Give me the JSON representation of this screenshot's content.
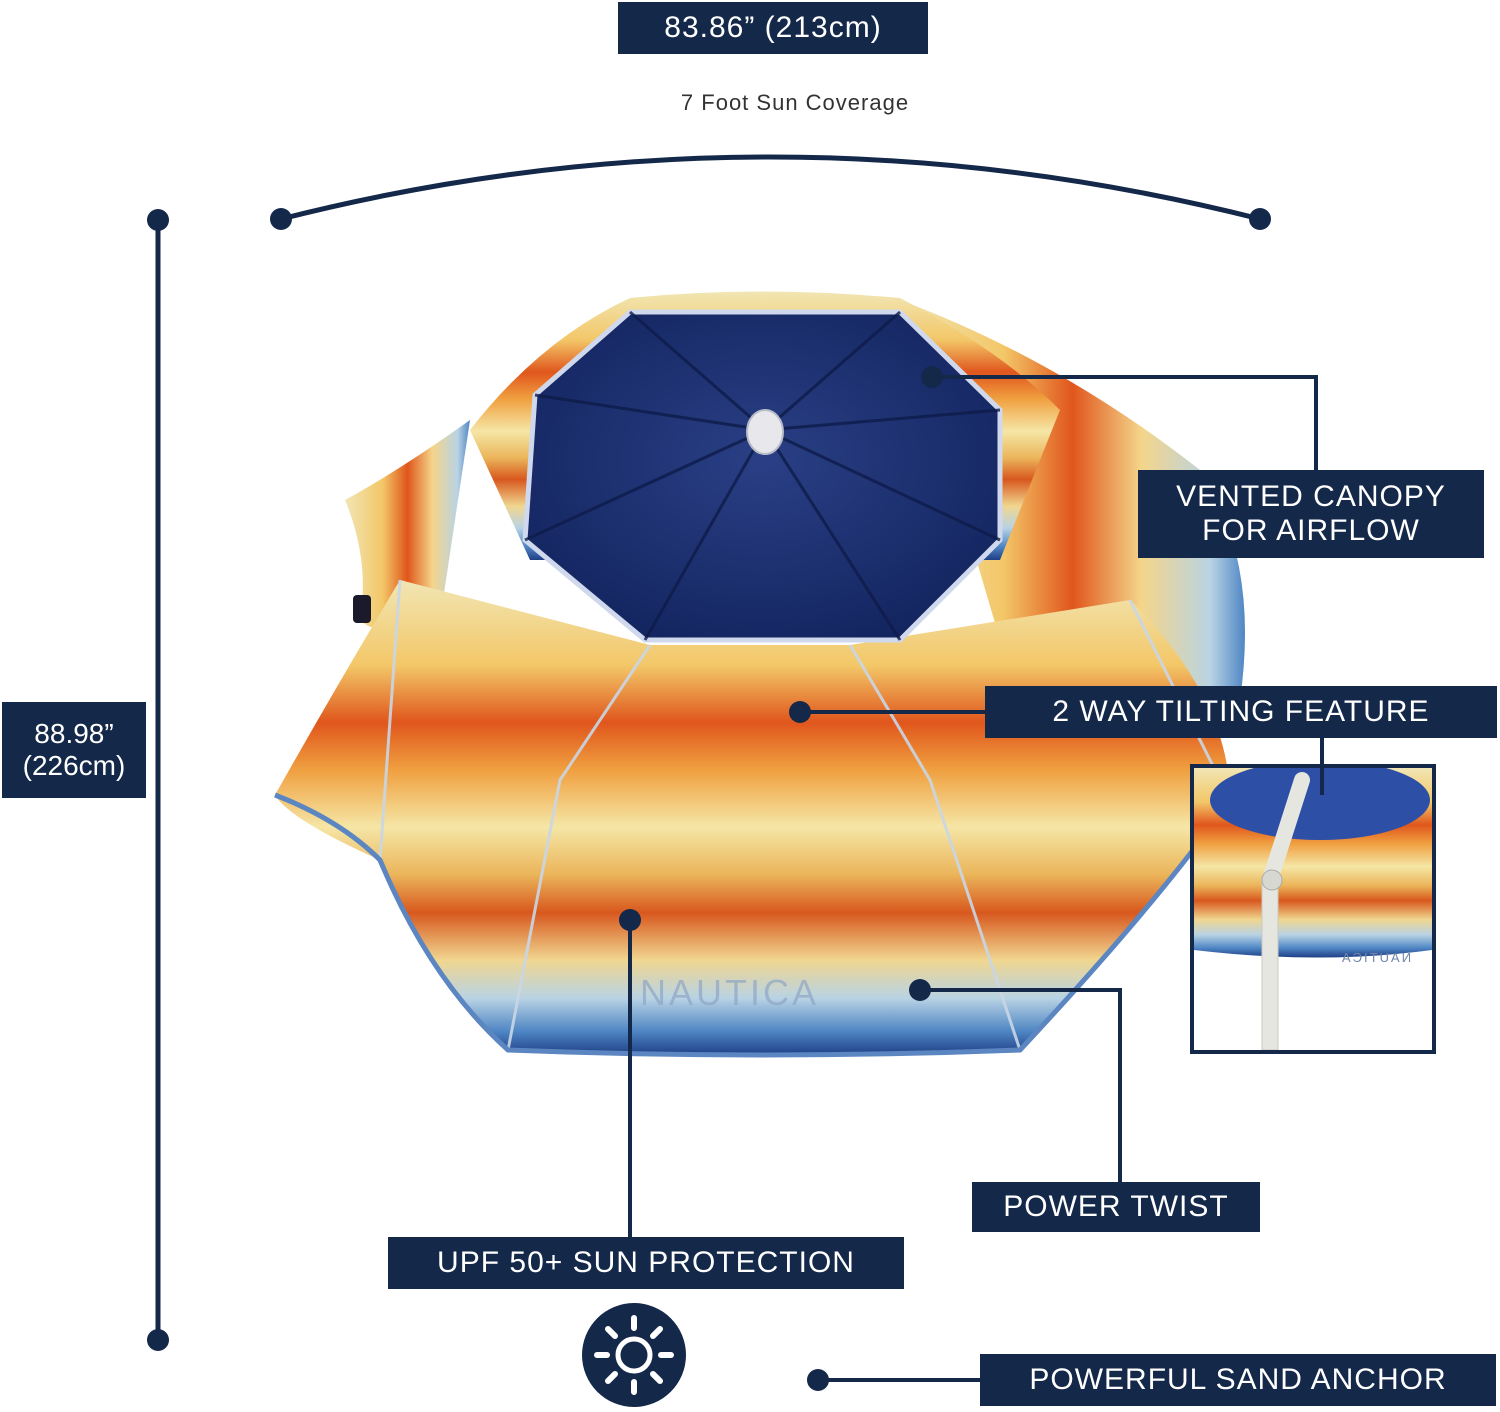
{
  "dimensions": {
    "width_label": "83.86” (213cm)",
    "coverage_label": "7 Foot Sun Coverage",
    "height_label_line1": "88.98”",
    "height_label_line2": "(226cm)"
  },
  "callouts": {
    "vented_line1": "VENTED CANOPY",
    "vented_line2": "FOR AIRFLOW",
    "tilting": "2 WAY TILTING FEATURE",
    "power_twist": "POWER TWIST",
    "upf": "UPF 50+ SUN PROTECTION",
    "sand_anchor": "POWERFUL SAND ANCHOR"
  },
  "canopy_brand": "NAUTICA",
  "inset_brand": "NAUTICA",
  "icons": [
    "sun-icon"
  ],
  "colors": {
    "navy": "#14284a",
    "canopy_top": "#1a2f6b",
    "stripe_orange": "#e0561c",
    "stripe_yellow": "#f4d58a",
    "stripe_blue": "#4f86c4"
  }
}
